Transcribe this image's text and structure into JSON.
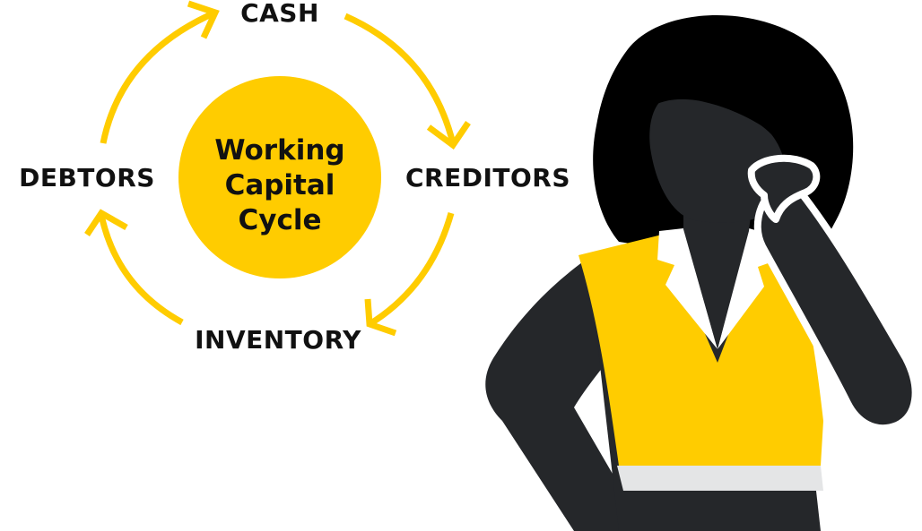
{
  "diagram": {
    "center": {
      "lines": [
        "Working",
        "Capital",
        "Cycle"
      ]
    },
    "nodes": {
      "top": "CASH",
      "right": "CREDITORS",
      "bottom": "INVENTORY",
      "left": "DEBTORS"
    },
    "arrow_color": "#FFCC00",
    "center_color": "#FFCC00",
    "text_color": "#111111"
  },
  "illustration": {
    "subject": "thinking-woman-icon",
    "colors": {
      "hair": "#000000",
      "skin": "#25272A",
      "vest": "#FFCC00",
      "collar": "#FFFFFF",
      "belt": "#E4E5E6"
    }
  }
}
